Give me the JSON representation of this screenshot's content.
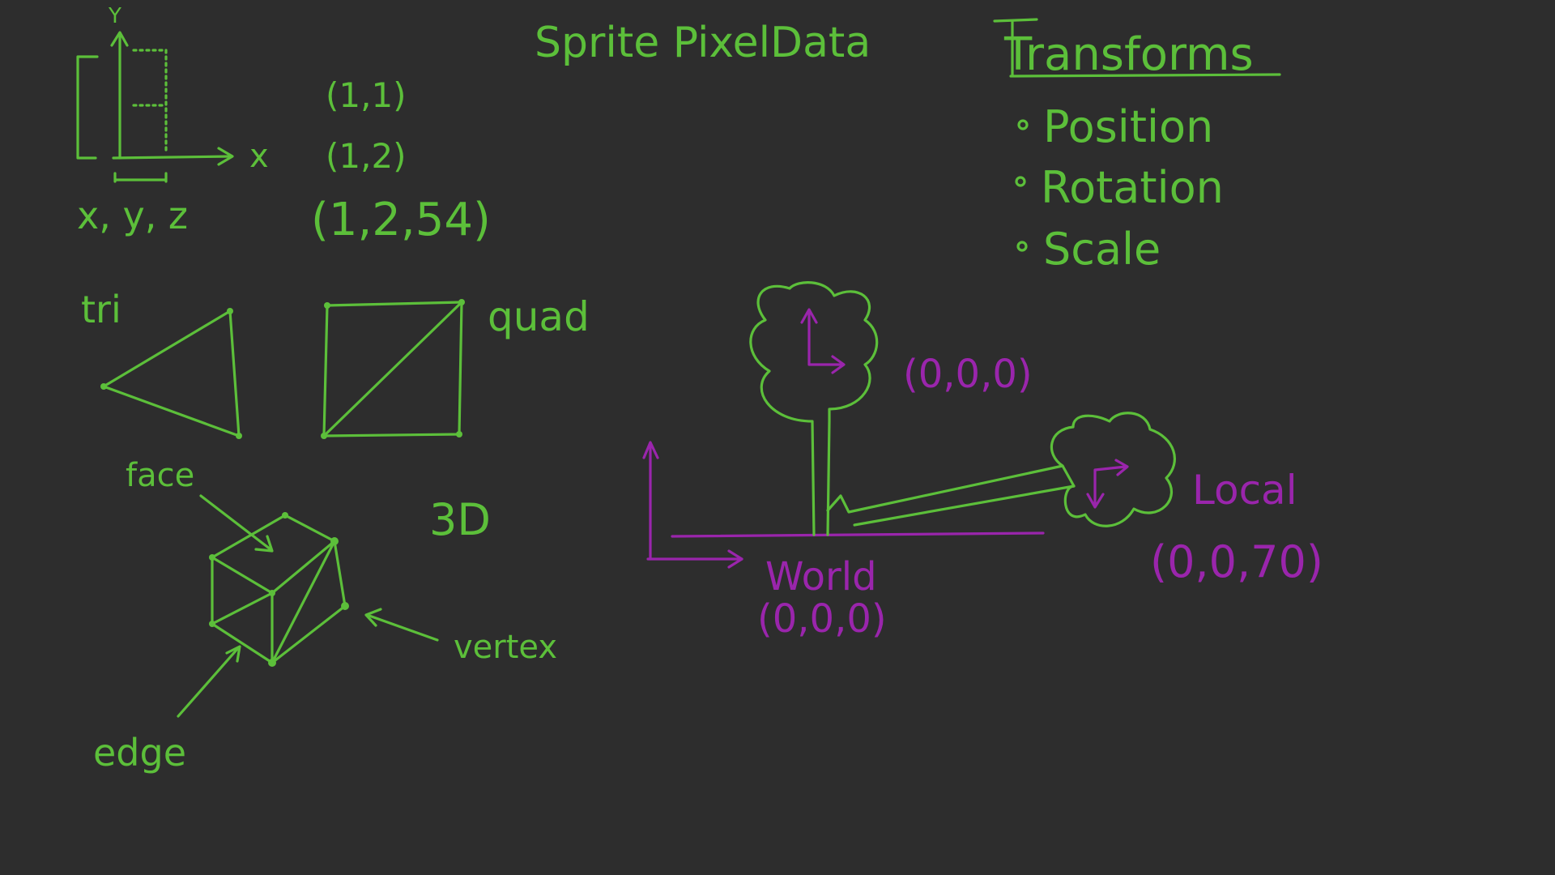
{
  "colors": {
    "background": "#2d2d2d",
    "green": "#5cbf3a",
    "purple": "#9a25ac"
  },
  "title": "Sprite PixelData",
  "axes": {
    "y_label": "Y",
    "x_label": "x",
    "xyz_label": "x, y, z"
  },
  "coords": {
    "c1": "(1,1)",
    "c2": "(1,2)",
    "c3": "(1,2,54)"
  },
  "shapes": {
    "tri": "tri",
    "quad": "quad",
    "three_d": "3D",
    "face": "face",
    "vertex": "vertex",
    "edge": "edge"
  },
  "transforms": {
    "heading": "Transforms",
    "items": [
      "Position",
      "Rotation",
      "Scale"
    ]
  },
  "scene": {
    "tree_coord": "(0,0,0)",
    "world_label": "World",
    "world_coord": "(0,0,0)",
    "local_label": "Local",
    "local_coord": "(0,0,70)"
  }
}
